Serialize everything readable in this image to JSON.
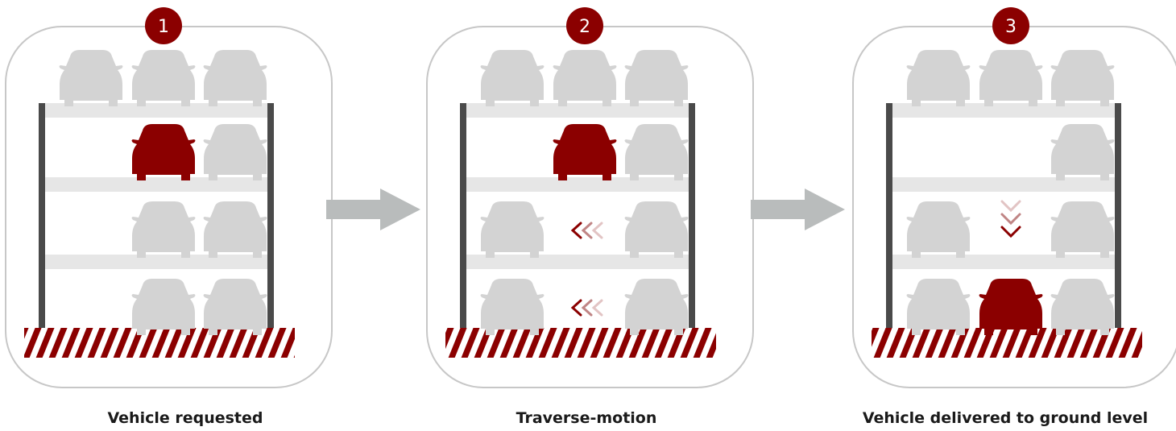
{
  "colors": {
    "accent": "#8b0000",
    "car_gray": "#d3d3d3",
    "frame": "#e6e6e6",
    "post": "#4a4a4a",
    "arrow": "#b9bcbc",
    "border": "#c7c7c7"
  },
  "steps": [
    {
      "number": "1",
      "caption": "Vehicle requested",
      "cars": [
        {
          "row": 0,
          "slot": 0,
          "state": "parked"
        },
        {
          "row": 0,
          "slot": 1,
          "state": "parked"
        },
        {
          "row": 0,
          "slot": 2,
          "state": "parked"
        },
        {
          "row": 1,
          "slot": 1,
          "state": "requested"
        },
        {
          "row": 1,
          "slot": 2,
          "state": "parked"
        },
        {
          "row": 2,
          "slot": 1,
          "state": "parked"
        },
        {
          "row": 2,
          "slot": 2,
          "state": "parked"
        },
        {
          "row": 3,
          "slot": 1,
          "state": "parked"
        },
        {
          "row": 3,
          "slot": 2,
          "state": "parked"
        }
      ],
      "motion": []
    },
    {
      "number": "2",
      "caption": "Traverse-motion",
      "cars": [
        {
          "row": 0,
          "slot": 0,
          "state": "parked"
        },
        {
          "row": 0,
          "slot": 1,
          "state": "parked"
        },
        {
          "row": 0,
          "slot": 2,
          "state": "parked"
        },
        {
          "row": 1,
          "slot": 1,
          "state": "requested"
        },
        {
          "row": 1,
          "slot": 2,
          "state": "parked"
        },
        {
          "row": 2,
          "slot": 0,
          "state": "parked"
        },
        {
          "row": 2,
          "slot": 2,
          "state": "parked"
        },
        {
          "row": 3,
          "slot": 0,
          "state": "parked"
        },
        {
          "row": 3,
          "slot": 2,
          "state": "parked"
        }
      ],
      "motion": [
        {
          "row": 2,
          "direction": "left"
        },
        {
          "row": 3,
          "direction": "left"
        }
      ]
    },
    {
      "number": "3",
      "caption": "Vehicle delivered to ground level",
      "cars": [
        {
          "row": 0,
          "slot": 0,
          "state": "parked"
        },
        {
          "row": 0,
          "slot": 1,
          "state": "parked"
        },
        {
          "row": 0,
          "slot": 2,
          "state": "parked"
        },
        {
          "row": 1,
          "slot": 2,
          "state": "parked"
        },
        {
          "row": 2,
          "slot": 0,
          "state": "parked"
        },
        {
          "row": 2,
          "slot": 2,
          "state": "parked"
        },
        {
          "row": 3,
          "slot": 0,
          "state": "parked"
        },
        {
          "row": 3,
          "slot": 1,
          "state": "requested"
        },
        {
          "row": 3,
          "slot": 2,
          "state": "parked"
        }
      ],
      "motion": [
        {
          "row": 2,
          "slot": 1,
          "direction": "down"
        }
      ]
    }
  ],
  "transitions": [
    {
      "icon": "right-arrow-icon"
    },
    {
      "icon": "right-arrow-icon"
    }
  ]
}
